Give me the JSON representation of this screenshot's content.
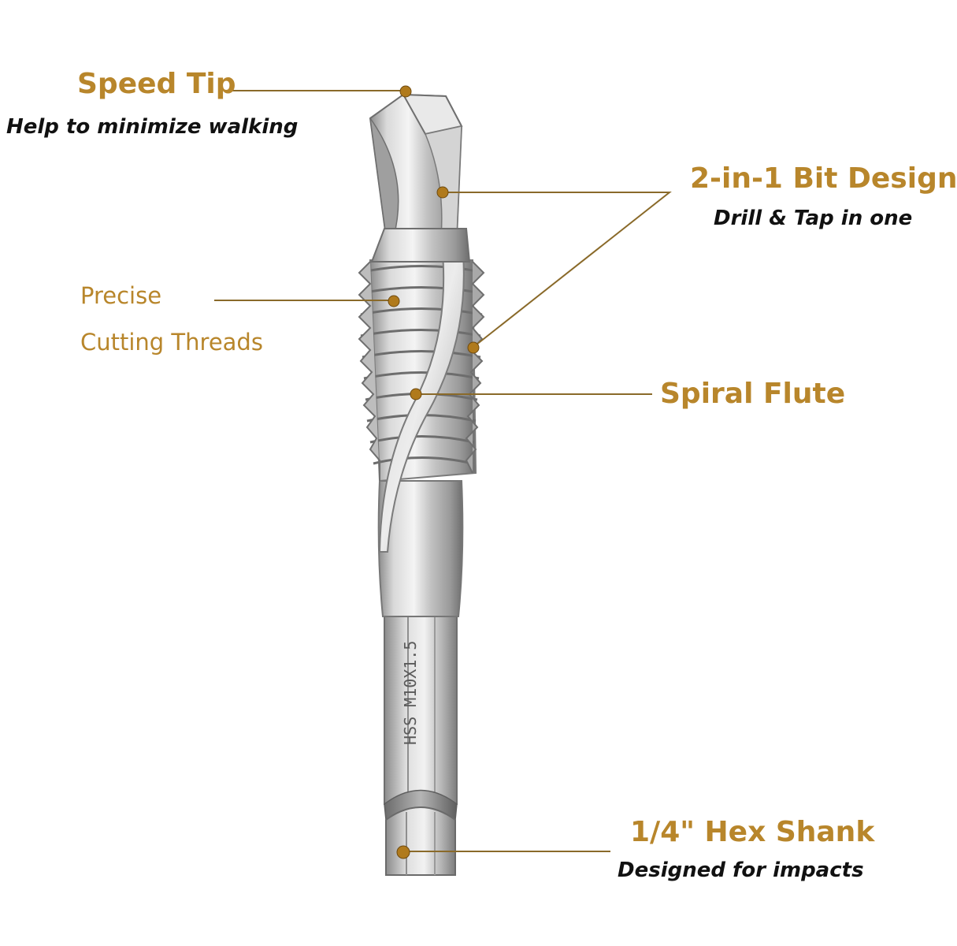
{
  "colors": {
    "accent": "#b8862b",
    "leader": "#8a6a2a",
    "dot": "#b07a1c",
    "subtitle": "#111111",
    "background": "#ffffff"
  },
  "callouts": {
    "speed_tip": {
      "title": "Speed Tip",
      "subtitle": "Help to minimize walking"
    },
    "bit_design": {
      "title": "2-in-1 Bit Design",
      "subtitle": "Drill & Tap in one"
    },
    "threads": {
      "title_line1": "Precise",
      "title_line2": "Cutting Threads"
    },
    "spiral_flute": {
      "title": "Spiral Flute"
    },
    "hex_shank": {
      "title": "1/4\" Hex Shank",
      "subtitle": "Designed for impacts"
    }
  },
  "bit": {
    "marking": "HSS M10X1.5"
  }
}
